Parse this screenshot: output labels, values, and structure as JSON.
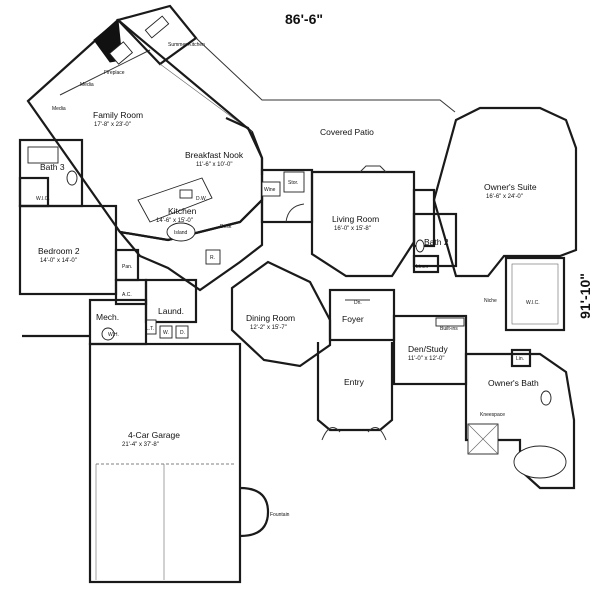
{
  "dimensions": {
    "width": "86'-6\"",
    "depth": "91'-10\""
  },
  "rooms": {
    "family_room": {
      "name": "Family Room",
      "dim": "17'-8\" x 23'-0\""
    },
    "breakfast_nook": {
      "name": "Breakfast Nook",
      "dim": "11'-6\" x 10'-0\""
    },
    "covered_patio": {
      "name": "Covered Patio"
    },
    "owners_suite": {
      "name": "Owner's Suite",
      "dim": "16'-6\" x 24'-0\""
    },
    "living_room": {
      "name": "Living Room",
      "dim": "16'-0\" x 15'-8\""
    },
    "kitchen": {
      "name": "Kitchen",
      "dim": "14'-6\" x 15'-0\""
    },
    "bath3": {
      "name": "Bath 3"
    },
    "bath2": {
      "name": "Bath 2"
    },
    "bedroom2": {
      "name": "Bedroom 2",
      "dim": "14'-0\" x 14'-0\""
    },
    "dining_room": {
      "name": "Dining Room",
      "dim": "12'-2\" x 15'-7\""
    },
    "foyer": {
      "name": "Foyer"
    },
    "den_study": {
      "name": "Den/Study",
      "dim": "11'-0\" x 12'-0\""
    },
    "entry": {
      "name": "Entry"
    },
    "owners_bath": {
      "name": "Owner's Bath"
    },
    "laund": {
      "name": "Laund."
    },
    "mech": {
      "name": "Mech."
    },
    "garage": {
      "name": "4-Car Garage",
      "dim": "21'-4\" x 37'-8\""
    }
  },
  "annotations": {
    "summer_kitchen": "Summer Kitchen",
    "fireplace": "Fireplace",
    "media_top": "Media",
    "media_left": "Media",
    "wic_bath3": "W.I.C.",
    "wic_owner": "W.I.C.",
    "pan": "Pan.",
    "ac": "A.C.",
    "wh": "W.H.",
    "lt": "L.T.",
    "w": "W.",
    "d": "D.",
    "stor": "Stor.",
    "wine": "Wine",
    "desk": "Desk",
    "island": "Island",
    "dw": "D.W.",
    "rf": "R.",
    "linen": "Linen",
    "niche": "Niche",
    "built_ins": "Built-ins",
    "lin": "Lin.",
    "kneespace": "Kneespace",
    "dn": "Dn.",
    "fountain": "Fountain"
  }
}
